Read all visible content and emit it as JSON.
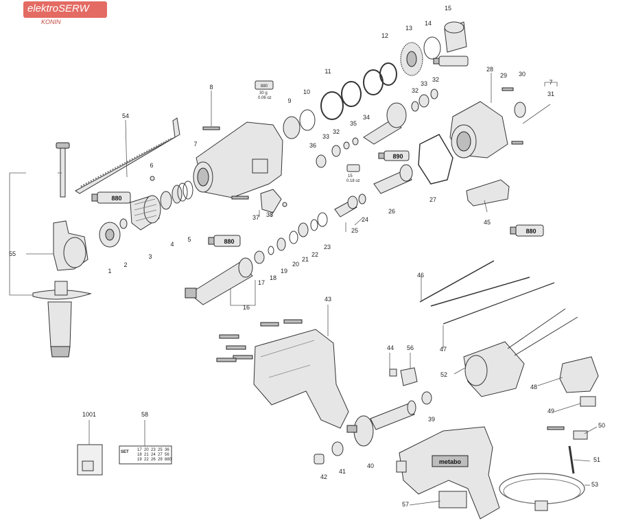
{
  "watermark": {
    "name": "elektroSERW",
    "city": "KONIN",
    "color": "#e36b63"
  },
  "tubes": {
    "t880": "880",
    "t890": "890",
    "t880b": "880"
  },
  "grease": {
    "label": "880",
    "amount": "30 g",
    "amount_oz": "0.06 oz"
  },
  "grease2": {
    "label": "890",
    "amount": "15",
    "amount_oz": "0.18 oz"
  },
  "set_table": {
    "title": "SET",
    "rows": [
      [
        "17",
        "20",
        "23",
        "25",
        "36"
      ],
      [
        "18",
        "21",
        "24",
        "27",
        "56"
      ],
      [
        "19",
        "22",
        "26",
        "29",
        "880"
      ]
    ]
  },
  "tool_brand": "metabo",
  "callouts": {
    "c1": "1",
    "c2": "2",
    "c3": "3",
    "c4": "4",
    "c5": "5",
    "c6": "6",
    "c7": "7",
    "c7b": "7",
    "c8": "8",
    "c9": "9",
    "c10": "10",
    "c11": "11",
    "c12": "12",
    "c13": "13",
    "c14": "14",
    "c15": "15",
    "c16": "16",
    "c17": "17",
    "c18": "18",
    "c19": "19",
    "c20": "20",
    "c21": "21",
    "c22": "22",
    "c23": "23",
    "c24": "24",
    "c25": "25",
    "c26": "26",
    "c27": "27",
    "c28": "28",
    "c29": "29",
    "c30": "30",
    "c31": "31",
    "c32": "32",
    "c32b": "32",
    "c32c": "32",
    "c33": "33",
    "c33b": "33",
    "c34": "34",
    "c35": "35",
    "c36": "36",
    "c37": "37",
    "c38": "38",
    "c39": "39",
    "c40": "40",
    "c41": "41",
    "c42": "42",
    "c43": "43",
    "c44": "44",
    "c45": "45",
    "c46": "46",
    "c47": "47",
    "c48": "48",
    "c49": "49",
    "c50": "50",
    "c51": "51",
    "c52": "52",
    "c53": "53",
    "c54": "54",
    "c55": "55",
    "c56": "56",
    "c57": "57",
    "c58": "58",
    "c1001": "1001"
  }
}
